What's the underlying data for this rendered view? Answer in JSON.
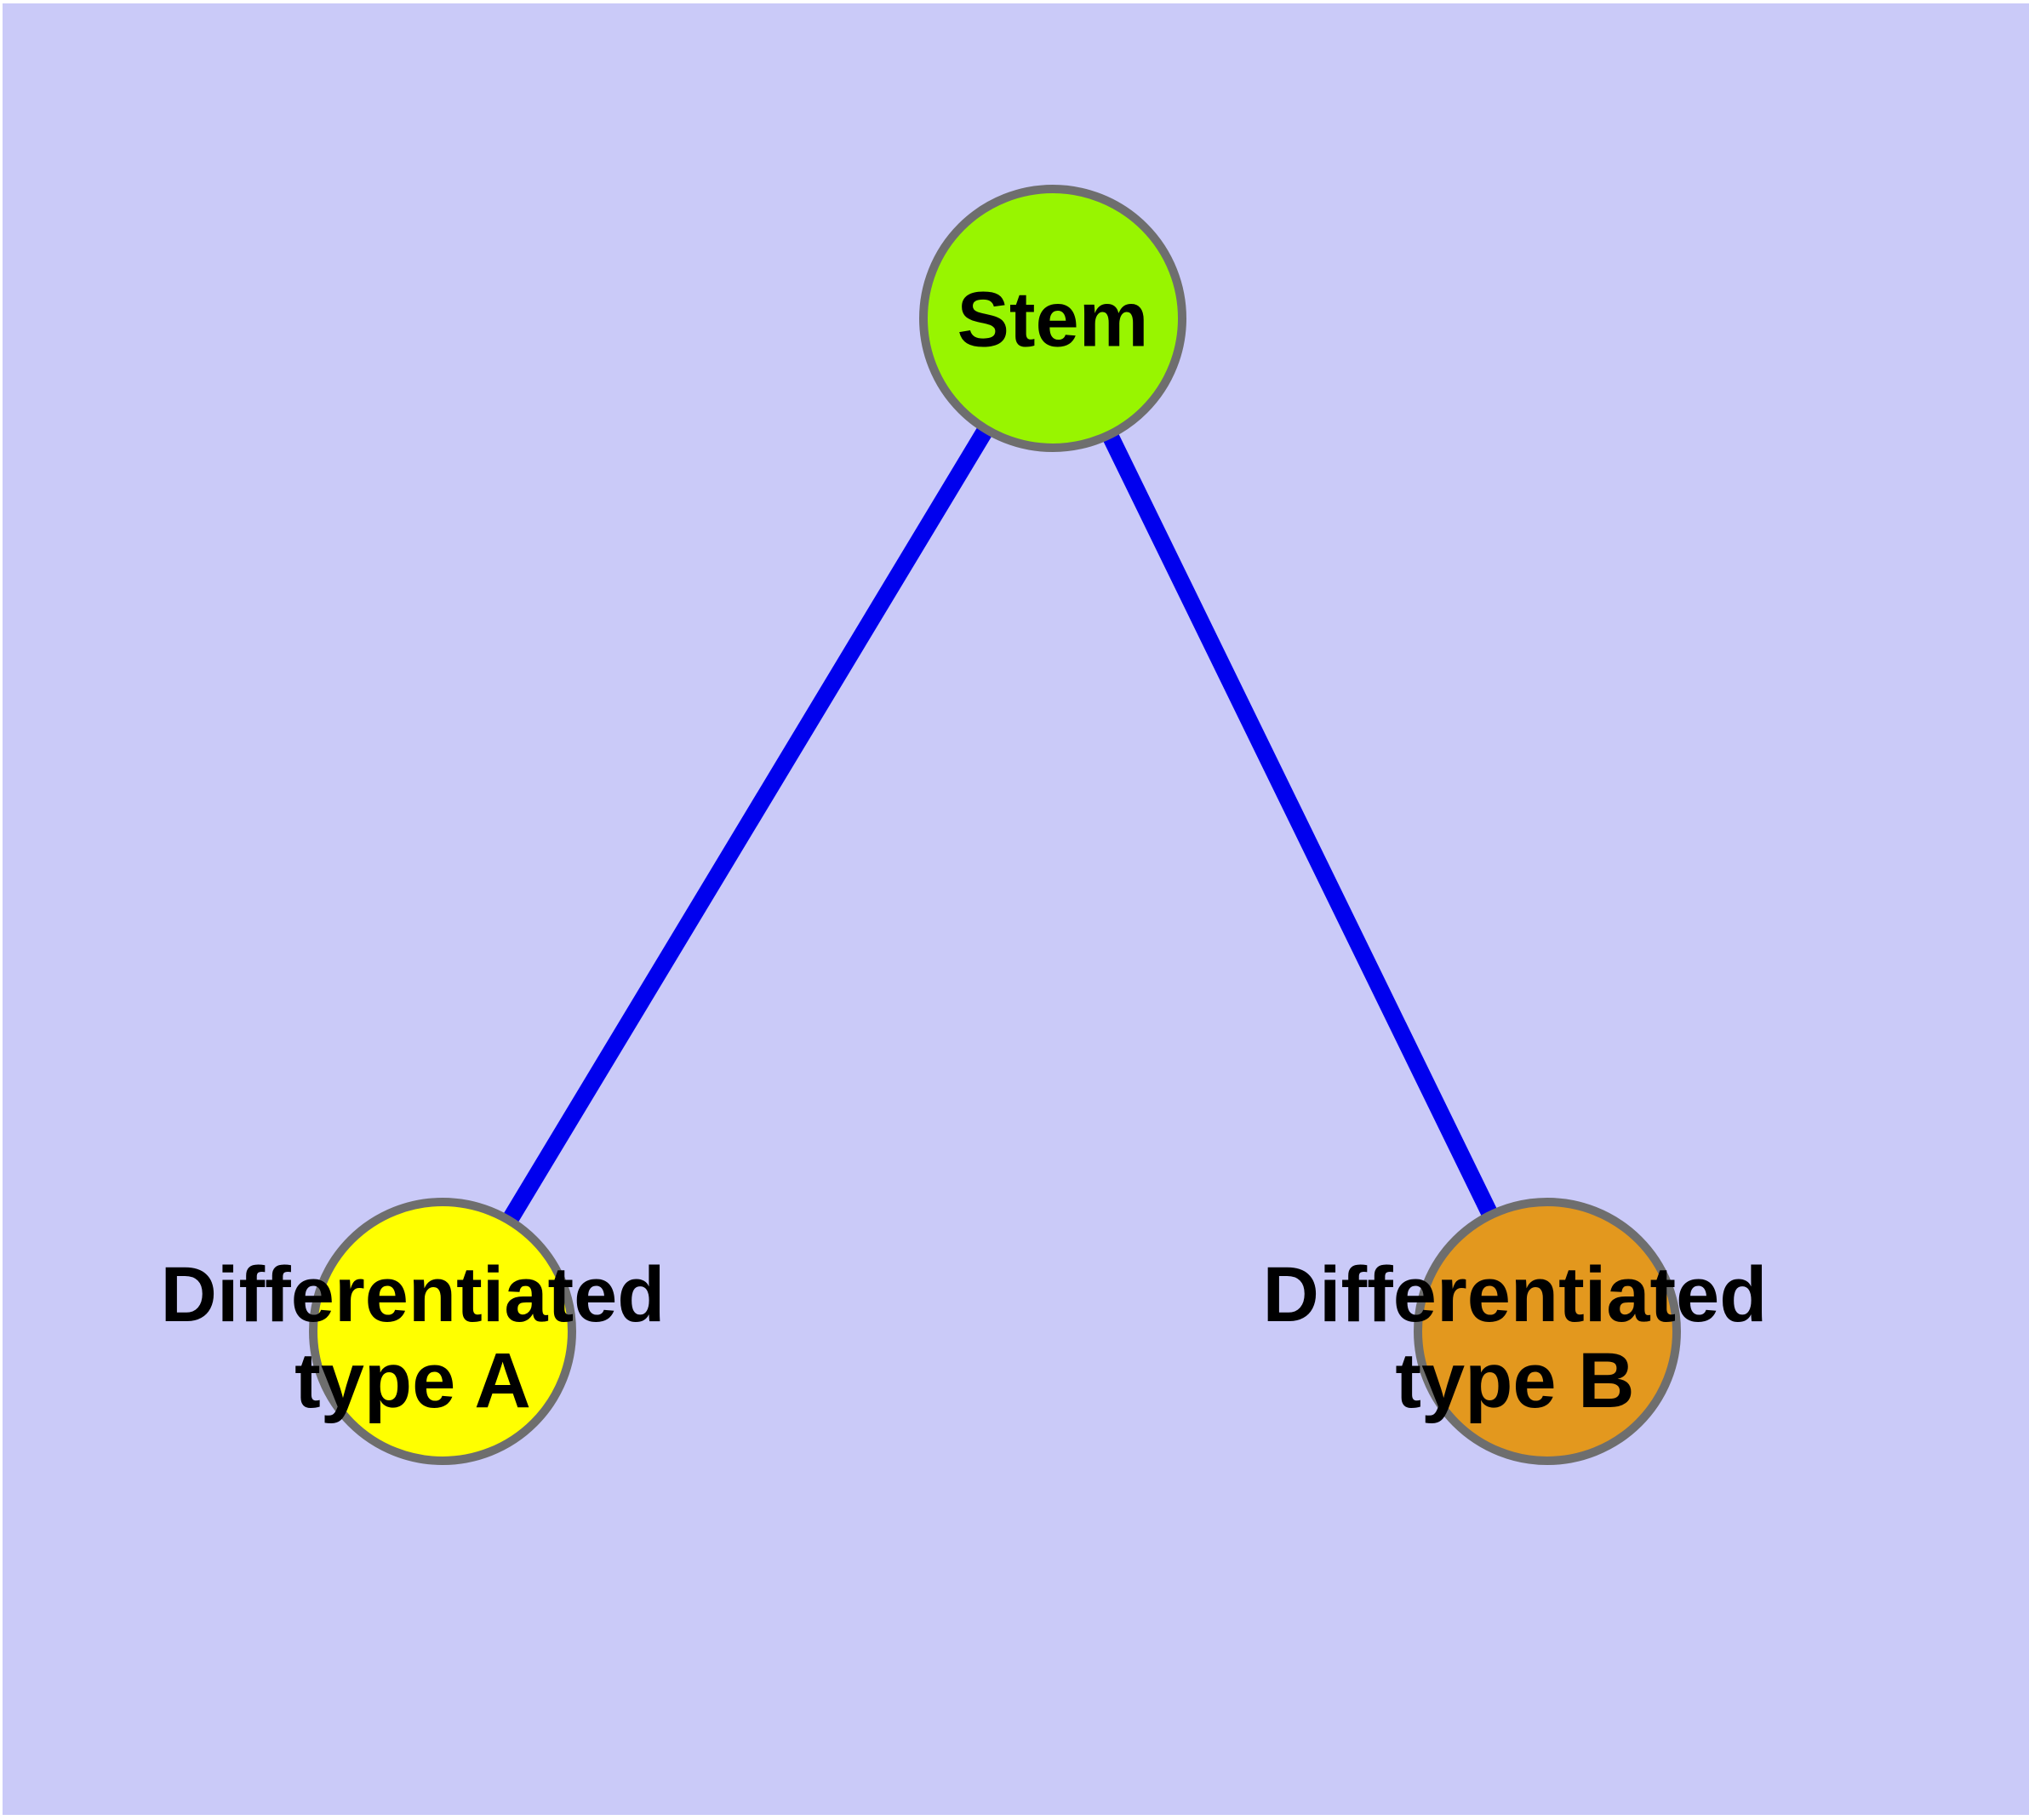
{
  "figure": {
    "background_color": "#cacaf8",
    "margin_color": "#ffffff"
  },
  "diagram": {
    "type": "graph",
    "edge_color": "#0000ee",
    "node_border_color": "#6e6e6e",
    "label_color": "#000000",
    "nodes": [
      {
        "id": "stem",
        "label": "Stem",
        "fill": "#98f500"
      },
      {
        "id": "differentiated-type-a",
        "label": "Differentiated type A",
        "label_line1": "Differentiated",
        "label_line2": "type A",
        "fill": "#ffff00"
      },
      {
        "id": "differentiated-type-b",
        "label": "Differentiated type B",
        "label_line1": "Differentiated",
        "label_line2": "type B",
        "fill": "#e3981e"
      }
    ],
    "edges": [
      {
        "from": "Stem",
        "to": "Differentiated type A"
      },
      {
        "from": "Stem",
        "to": "Differentiated type B"
      }
    ]
  }
}
